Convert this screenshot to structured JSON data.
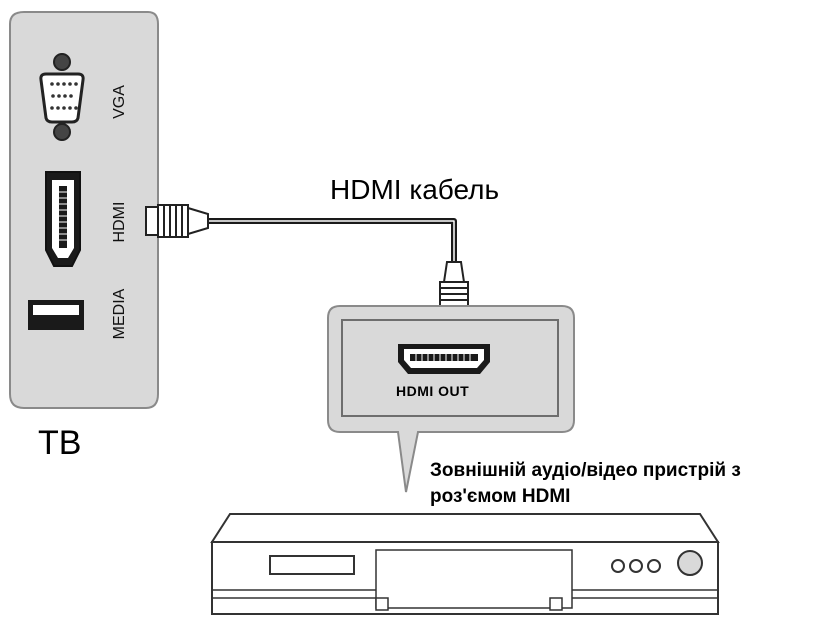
{
  "tv_panel": {
    "caption": "ТВ",
    "ports": {
      "vga": "VGA",
      "hdmi": "HDMI",
      "media": "MEDIA"
    }
  },
  "cable": {
    "label": "HDMI кабель"
  },
  "device": {
    "port_label": "HDMI OUT",
    "caption_line1": "Зовнішній аудіо/відео пристрій з",
    "caption_line2": "роз'ємом HDMI"
  },
  "colors": {
    "panel_fill": "#d9d9d9",
    "panel_stroke": "#8a8a8a",
    "connector_dark": "#1a1a1a",
    "device_fill": "#ffffff"
  }
}
